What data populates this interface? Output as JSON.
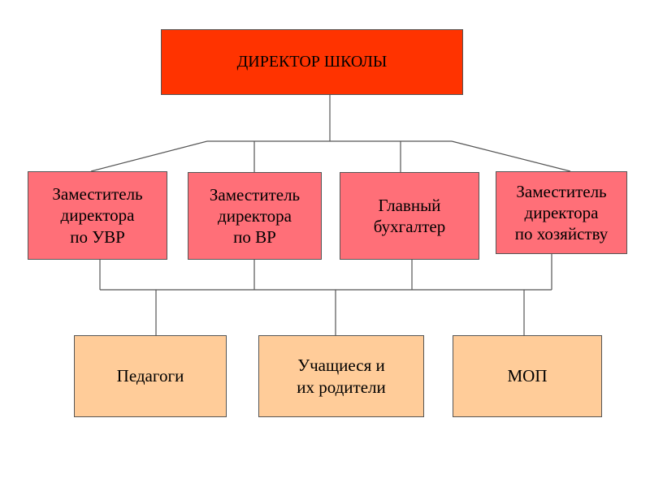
{
  "chart": {
    "director": "ДИРЕКТОР ШКОЛЫ",
    "deputy_uvr": "Заместитель\nдиректора\nпо  УВР",
    "deputy_vr": "Заместитель\nдиректора\nпо  ВР",
    "chief_accountant": "Главный\nбухгалтер",
    "deputy_economy": "Заместитель\nдиректора\nпо хозяйству",
    "teachers": "Педагоги",
    "students_parents": "Учащиеся  и\nих родители",
    "support_staff": "МОП"
  },
  "colors": {
    "top": "#ff3300",
    "middle": "#ff6f78",
    "bottom": "#ffcc99",
    "line": "#555555"
  }
}
